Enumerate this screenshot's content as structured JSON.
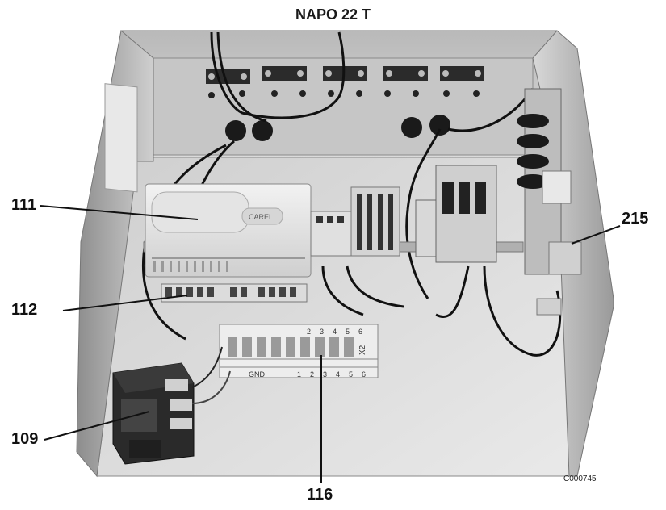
{
  "title": "NAPO 22 T",
  "callouts": {
    "c111": "111",
    "c112": "112",
    "c109": "109",
    "c215": "215",
    "c116": "116"
  },
  "image_code": "C000745",
  "device_brand": "CAREL",
  "terminal_strip": {
    "label": "X2",
    "gnd_label": "GND",
    "top_numbers": [
      "2",
      "3",
      "4",
      "5",
      "6"
    ],
    "bottom_numbers": [
      "1",
      "2",
      "3",
      "4",
      "5",
      "6"
    ]
  }
}
